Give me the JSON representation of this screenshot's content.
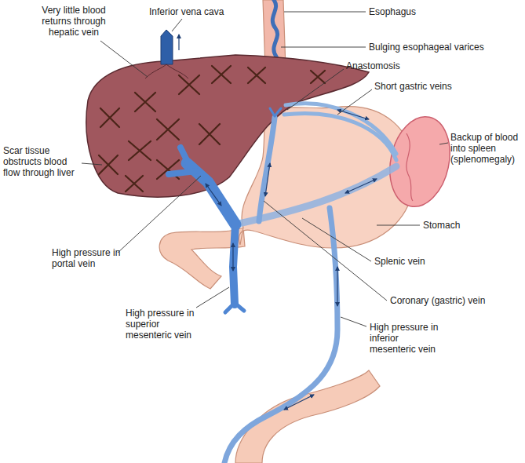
{
  "diagram": {
    "labels": [
      "Very little blood returns through hepatic vein",
      "Inferior vena cava",
      "Esophagus",
      "Bulging esophageal varices",
      "Anastomosis",
      "Short gastric veins",
      "Backup of blood into spleen (splenomegaly)",
      "Scar tissue obstructs blood flow through liver",
      "Stomach",
      "High pressure in portal vein",
      "Splenic vein",
      "Coronary (gastric) vein",
      "High pressure in superior mesenteric vein",
      "High pressure in inferior mesenteric vein"
    ]
  }
}
